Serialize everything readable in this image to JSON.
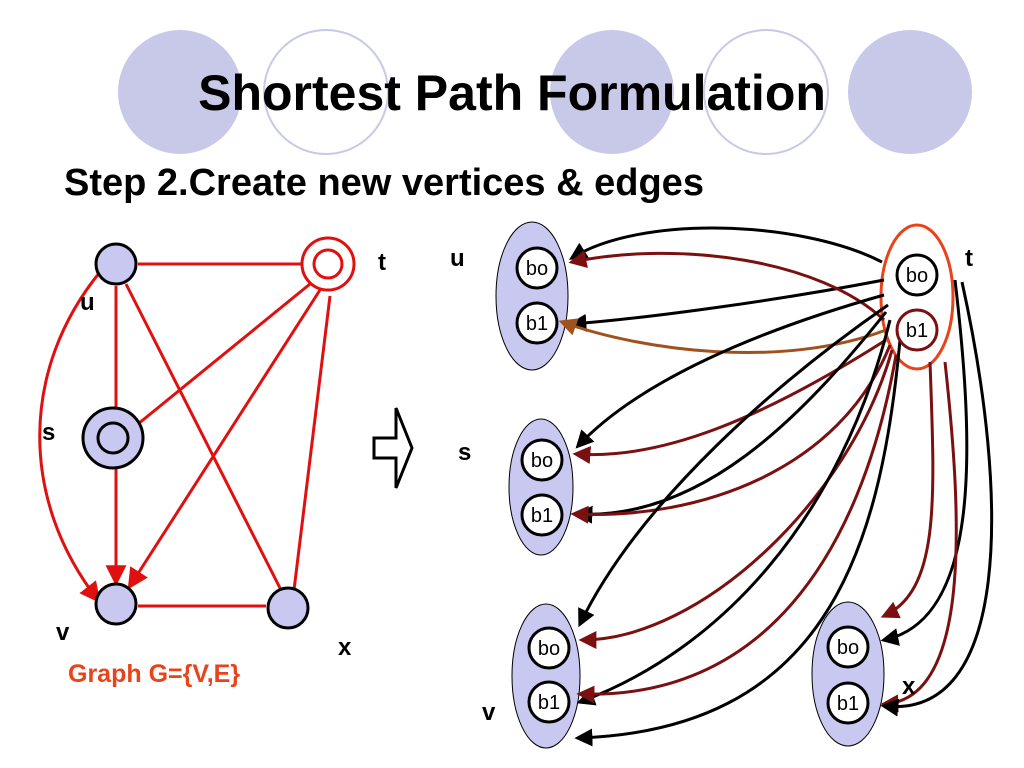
{
  "title": "Shortest Path Formulation",
  "subtitle": "Step 2.Create new vertices & edges",
  "left_graph": {
    "caption": "Graph G={V,E}",
    "labels": {
      "u": "u",
      "t": "t",
      "s": "s",
      "v": "v",
      "x": "x"
    }
  },
  "right_graph": {
    "labels": {
      "u": "u",
      "t": "t",
      "s": "s",
      "v": "v",
      "x": "x"
    },
    "sub_vertex_labels": {
      "b0": "bo",
      "b1": "b1"
    }
  },
  "colors": {
    "node_fill": "#c8c8f0",
    "red_edge": "#e01010",
    "dark_red_edge": "#7a1010",
    "brown_edge": "#a0521e",
    "black_edge": "#000000",
    "t_outline": "#e8431b",
    "caption": "#e8431b"
  }
}
